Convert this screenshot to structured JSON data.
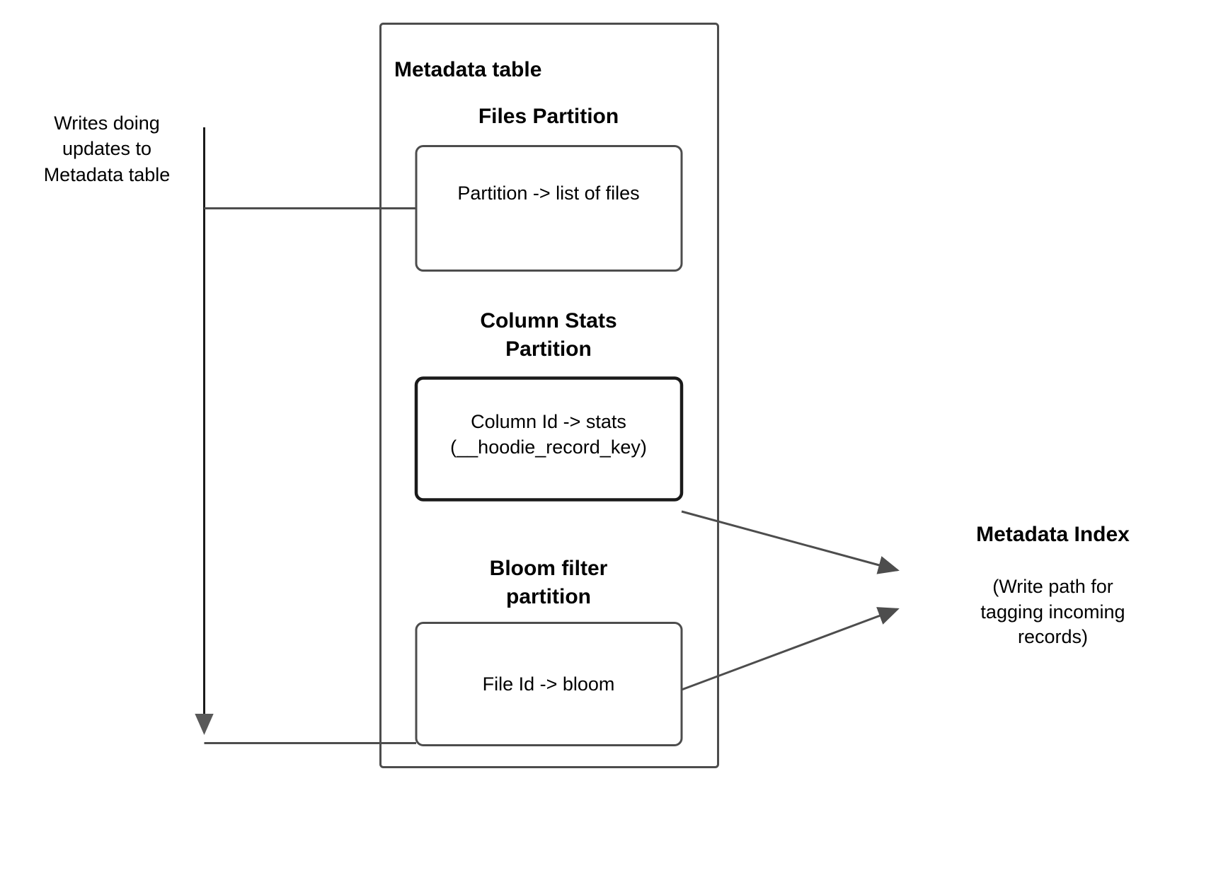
{
  "diagram": {
    "title_outer_box": "Metadata table",
    "left_annotation": "Writes doing\nupdates to\nMetadata table",
    "partitions": [
      {
        "heading": "Files Partition",
        "box_text": "Partition -> list of files"
      },
      {
        "heading": "Column Stats\nPartition",
        "box_text": "Column Id  -> stats\n(__hoodie_record_key)"
      },
      {
        "heading": "Bloom filter\npartition",
        "box_text": "File Id -> bloom"
      }
    ],
    "right_node": {
      "title": "Metadata Index",
      "note": "(Write path for\ntagging incoming\nrecords)"
    },
    "colors": {
      "stroke": "#4d4d4d",
      "stroke_dark": "#1a1a1a",
      "arrow_fill": "#4d4d4d",
      "background": "#ffffff",
      "text": "#000000"
    }
  }
}
